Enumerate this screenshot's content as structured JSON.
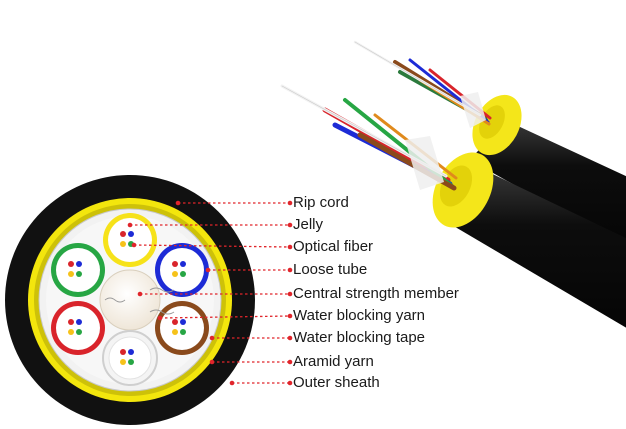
{
  "labels": [
    {
      "id": "rip-cord",
      "text": "Rip cord"
    },
    {
      "id": "jelly",
      "text": "Jelly"
    },
    {
      "id": "optical-fiber",
      "text": "Optical fiber"
    },
    {
      "id": "loose-tube",
      "text": "Loose tube"
    },
    {
      "id": "central-strength-member",
      "text": "Central strength member"
    },
    {
      "id": "water-blocking-yarn",
      "text": "Water blocking yarn"
    },
    {
      "id": "water-blocking-tape",
      "text": "Water blocking tape"
    },
    {
      "id": "aramid-yarn",
      "text": "Aramid yarn"
    },
    {
      "id": "outer-sheath",
      "text": "Outer sheath"
    }
  ],
  "colors": {
    "sheath": "#111111",
    "aramid": "#f3e60d",
    "tape": "#f2f2f2",
    "leader": "#e0252b",
    "tube_yellow": "#f6e21a",
    "tube_blue": "#1d2bd6",
    "tube_green": "#27a644",
    "tube_brown": "#8a4a1c",
    "tube_red": "#d9242b",
    "tube_white": "#f4f4f4"
  }
}
